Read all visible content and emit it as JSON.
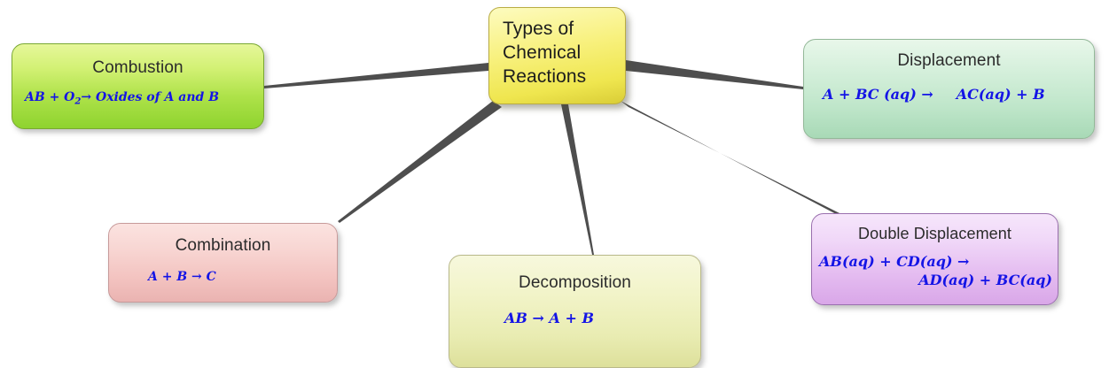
{
  "diagram": {
    "title": "Types of Chemical Reactions",
    "background_color": "#ffffff",
    "connector_color": "#4e4e4e",
    "formula_color": "#1414e6",
    "title_color": "#2b2b2b"
  },
  "hub": {
    "label": "Types of\nChemical\nReactions",
    "line1": "Types of",
    "line2": "Chemical",
    "line3": "Reactions",
    "fill_color": "#f2ea62"
  },
  "nodes": [
    {
      "id": "combustion",
      "title": "Combustion",
      "formula": "AB + O2→    Oxides of A and B",
      "formula_pre": "AB + O",
      "formula_sub": "2",
      "formula_post": "→   Oxides of A and B",
      "fill_color": "#aee249"
    },
    {
      "id": "displacement",
      "title": "Displacement",
      "formula": "A + BC (aq) →     AC(aq) + B",
      "formula_left": "A + BC (aq) →",
      "formula_right": "AC(aq) + B",
      "fill_color": "#bfe6ca"
    },
    {
      "id": "combination",
      "title": "Combination",
      "formula": "A  +  B  →   C",
      "fill_color": "#f3c3c0"
    },
    {
      "id": "decomposition",
      "title": "Decomposition",
      "formula": "AB   →     A + B",
      "fill_color": "#e9ecb2"
    },
    {
      "id": "double-displacement",
      "title": "Double Displacement",
      "formula_line1": "AB(aq) + CD(aq) →",
      "formula_line2": "AD(aq) + BC(aq)",
      "fill_color": "#e4bbf0"
    }
  ]
}
